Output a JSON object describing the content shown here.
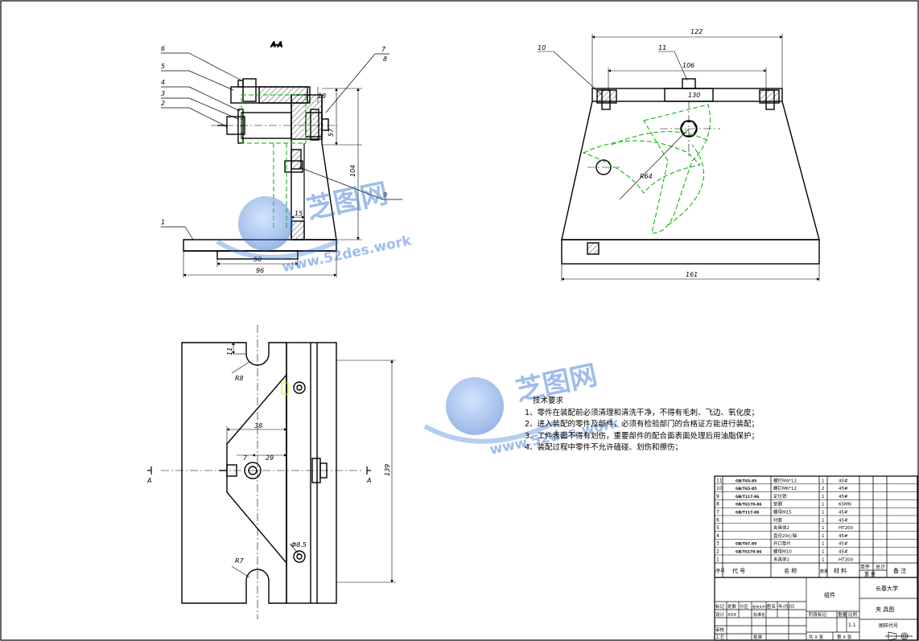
{
  "views": {
    "section_title": "A-A",
    "section_marker": "A",
    "balloons": [
      "1",
      "2",
      "3",
      "4",
      "5",
      "6",
      "7",
      "8",
      "9",
      "10",
      "11"
    ],
    "dims_section": {
      "d57": "57",
      "d104": "104",
      "d18": "18",
      "d15": "15",
      "d50": "50",
      "d96": "96"
    },
    "dims_front": {
      "d122": "122",
      "d106": "106",
      "d130": "130",
      "d161": "161",
      "r64": "R64"
    },
    "dims_top": {
      "d11": "11",
      "r8": "R8",
      "d38": "38",
      "d7": "7",
      "d29": "29",
      "d139": "139",
      "r7": "R7",
      "phi": "Φ8.5"
    }
  },
  "watermark": {
    "brand": "芝图网",
    "url": "www.52des.work"
  },
  "tech_notes": {
    "title": "技术要求",
    "lines": [
      "1、零件在装配前必须清理和清洗干净，不得有毛刺、飞边、氧化皮；",
      "2、进入装配的零件及部件，必须有检验部门的合格证方能进行装配；",
      "3、工件表面不得有划伤，重要部件的配合面表面处理后用油脂保护；",
      "4、装配过程中零件不允许磕碰、划伤和擦伤；"
    ]
  },
  "bom": {
    "rows": [
      {
        "no": "11",
        "code": "GB/T65-85",
        "name": "螺钉M4*12",
        "qty": "1",
        "material": "45#"
      },
      {
        "no": "10",
        "code": "GB/T65-85",
        "name": "螺钉M6*12",
        "qty": "2",
        "material": "45#"
      },
      {
        "no": "9",
        "code": "GB/T117-86",
        "name": "定位销",
        "qty": "1",
        "material": "45#"
      },
      {
        "no": "8",
        "code": "GB/T6170-86",
        "name": "垫圈",
        "qty": "1",
        "material": "65MN"
      },
      {
        "no": "7",
        "code": "GB/T117-86",
        "name": "螺母M15",
        "qty": "1",
        "material": "45#"
      },
      {
        "no": "6",
        "code": "",
        "name": "衬套",
        "qty": "1",
        "material": "45#"
      },
      {
        "no": "5",
        "code": "",
        "name": "夹具体2",
        "qty": "1",
        "material": "HT200"
      },
      {
        "no": "4",
        "code": "",
        "name": "直径20心轴",
        "qty": "1",
        "material": "45#"
      },
      {
        "no": "3",
        "code": "GB/T97-85",
        "name": "开口垫片",
        "qty": "1",
        "material": "45#"
      },
      {
        "no": "2",
        "code": "GB/T6170-86",
        "name": "螺母M10",
        "qty": "1",
        "material": "45#"
      },
      {
        "no": "1",
        "code": "",
        "name": "夹具体1",
        "qty": "1",
        "material": "HT200"
      }
    ],
    "header": {
      "no": "序号",
      "code": "代  号",
      "name": "名  称",
      "qty": "数量",
      "material": "材  料",
      "unit_weight": "单件",
      "total_weight": "总计",
      "weight": "重  量",
      "remark": "备  注"
    }
  },
  "title_block": {
    "school": "长春大学",
    "drawing_name": "夹  具图",
    "assembly": "组件",
    "label_stage": "阶段标记",
    "label_weight": "重量",
    "label_scale": "比例",
    "scale": "1:1",
    "drawing_code_label": "图样代号",
    "sheet_total": "共  X  张",
    "sheet_no": "第  X  张",
    "row_labels": [
      "标记",
      "处数",
      "分区",
      "更改文件号",
      "签名",
      "年/月/日"
    ],
    "designer": "设计",
    "designer_name": "XXX",
    "standard": "标准化",
    "checker": "审核",
    "process": "工艺",
    "approve": "批准"
  }
}
